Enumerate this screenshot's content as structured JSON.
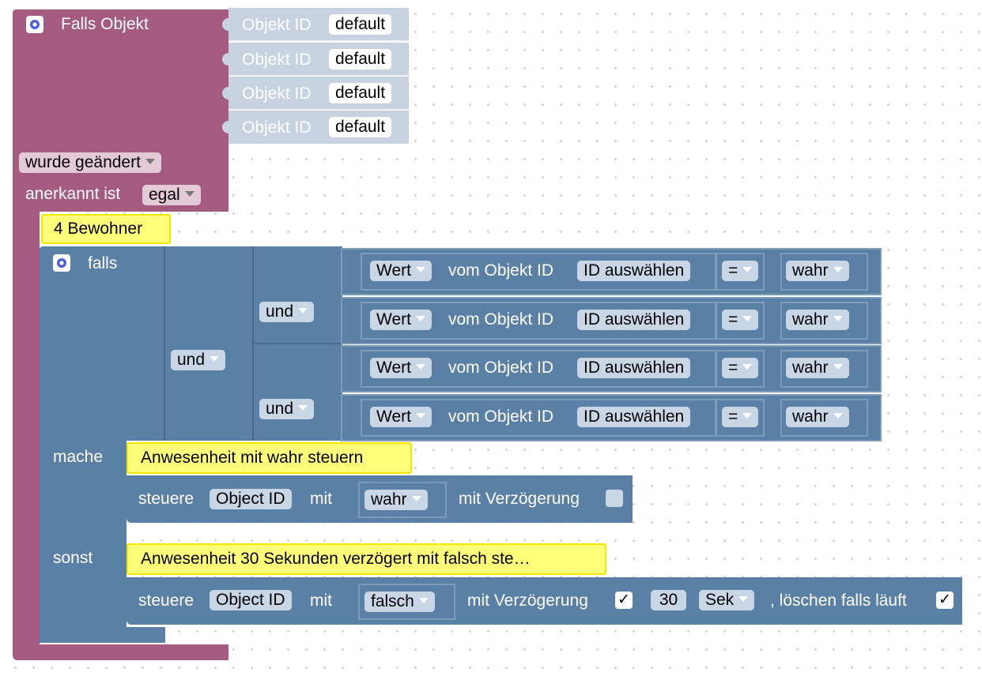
{
  "trigger": {
    "title": "Falls Objekt",
    "objekt_label": "Objekt ID",
    "objekt_values": [
      "default",
      "default",
      "default",
      "default"
    ],
    "changed_value": "wurde geändert",
    "ack_label": "anerkannt ist",
    "ack_value": "egal"
  },
  "comments": {
    "bewohner": "4 Bewohner",
    "mache_comment": "Anwesenheit mit wahr steuern",
    "sonst_comment": "Anwesenheit 30 Sekunden verzögert mit falsch ste…"
  },
  "if_block": {
    "falls_label": "falls",
    "und_label": "und",
    "mache_label": "mache",
    "sonst_label": "sonst",
    "conditions": [
      {
        "attr": "Wert",
        "mid": "vom Objekt ID",
        "id": "ID auswählen",
        "op": "=",
        "value": "wahr"
      },
      {
        "attr": "Wert",
        "mid": "vom Objekt ID",
        "id": "ID auswählen",
        "op": "=",
        "value": "wahr"
      },
      {
        "attr": "Wert",
        "mid": "vom Objekt ID",
        "id": "ID auswählen",
        "op": "=",
        "value": "wahr"
      },
      {
        "attr": "Wert",
        "mid": "vom Objekt ID",
        "id": "ID auswählen",
        "op": "=",
        "value": "wahr"
      }
    ]
  },
  "control1": {
    "steuere": "steuere",
    "object_id": "Object ID",
    "mit": "mit",
    "value": "wahr",
    "delay_label": "mit Verzögerung"
  },
  "control2": {
    "steuere": "steuere",
    "object_id": "Object ID",
    "mit": "mit",
    "value": "falsch",
    "delay_label": "mit Verzögerung",
    "delay_check": "✓",
    "delay_value": "30",
    "unit": "Sek",
    "clear_label": ", löschen falls läuft",
    "clear_check": "✓"
  },
  "colors": {
    "trigger": "#a55b80",
    "logic": "#5b80a5",
    "comment": "#ffff7a",
    "objekt": "#c7d3e0"
  }
}
